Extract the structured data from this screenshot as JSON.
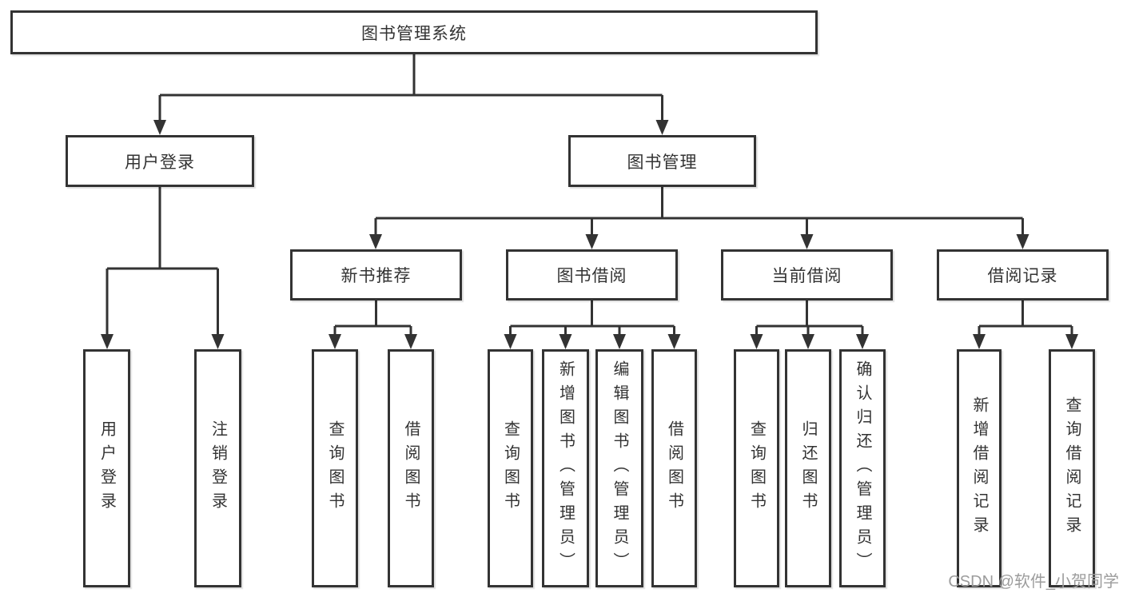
{
  "diagram": {
    "tree": {
      "label": "图书管理系统",
      "children": [
        {
          "label": "用户登录",
          "children": [
            {
              "label": "用户登录"
            },
            {
              "label": "注销登录"
            }
          ]
        },
        {
          "label": "图书管理",
          "children": [
            {
              "label": "新书推荐",
              "children": [
                {
                  "label": "查询图书"
                },
                {
                  "label": "借阅图书"
                }
              ]
            },
            {
              "label": "图书借阅",
              "children": [
                {
                  "label": "查询图书"
                },
                {
                  "label": "新增图书（管理员）"
                },
                {
                  "label": "编辑图书（管理员）"
                },
                {
                  "label": "借阅图书"
                }
              ]
            },
            {
              "label": "当前借阅",
              "children": [
                {
                  "label": "查询图书"
                },
                {
                  "label": "归还图书"
                },
                {
                  "label": "确认归还（管理员）"
                }
              ]
            },
            {
              "label": "借阅记录",
              "children": [
                {
                  "label": "新增借阅记录"
                },
                {
                  "label": "查询借阅记录"
                }
              ]
            }
          ]
        }
      ]
    }
  },
  "watermark": {
    "text": "CSDN @软件_小贺同学"
  },
  "colors": {
    "line": "#333333",
    "box_border": "#333333",
    "text": "#333333",
    "background": "#ffffff",
    "watermark": "#9c9c9c"
  }
}
